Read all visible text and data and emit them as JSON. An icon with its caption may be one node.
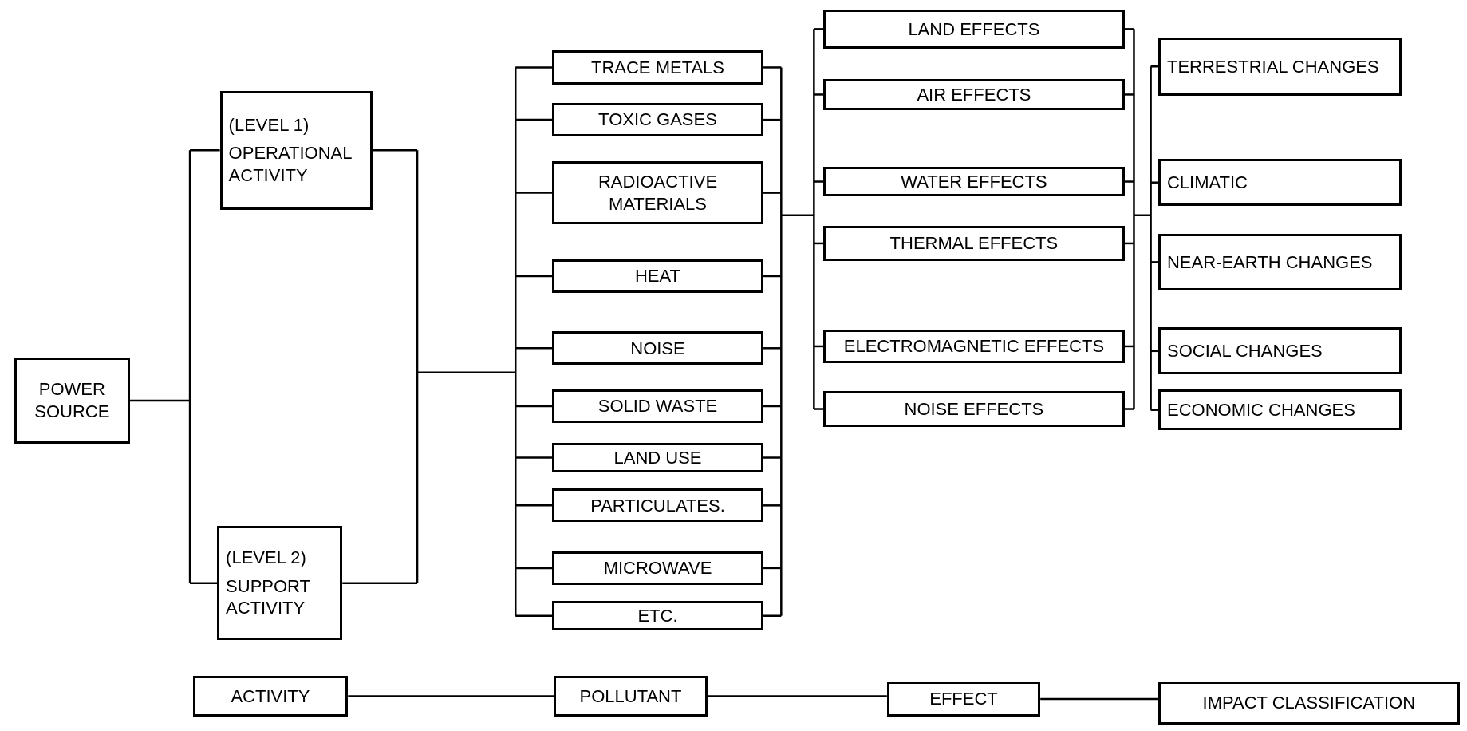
{
  "diagram": {
    "nodes": [
      {
        "text": [
          "POWER SOURCE"
        ]
      },
      {
        "text": [
          "(LEVEL 1)",
          "OPERATIONAL ACTIVITY"
        ]
      },
      {
        "text": [
          "(LEVEL 2)",
          "SUPPORT ACTIVITY"
        ]
      },
      {
        "text": [
          "TRACE METALS"
        ]
      },
      {
        "text": [
          "TOXIC GASES"
        ]
      },
      {
        "text": [
          "RADIOACTIVE MATERIALS"
        ]
      },
      {
        "text": [
          "HEAT"
        ]
      },
      {
        "text": [
          "NOISE"
        ]
      },
      {
        "text": [
          "SOLID WASTE"
        ]
      },
      {
        "text": [
          "LAND USE"
        ]
      },
      {
        "text": [
          "PARTICULATES."
        ]
      },
      {
        "text": [
          "MICROWAVE"
        ]
      },
      {
        "text": [
          "ETC."
        ]
      },
      {
        "text": [
          "LAND EFFECTS"
        ]
      },
      {
        "text": [
          "AIR EFFECTS"
        ]
      },
      {
        "text": [
          "WATER EFFECTS"
        ]
      },
      {
        "text": [
          "THERMAL EFFECTS"
        ]
      },
      {
        "text": [
          "ELECTROMAGNETIC EFFECTS"
        ]
      },
      {
        "text": [
          "NOISE EFFECTS"
        ]
      },
      {
        "text": [
          "TERRESTRIAL CHANGES"
        ]
      },
      {
        "text": [
          "CLIMATIC"
        ]
      },
      {
        "text": [
          "NEAR-EARTH CHANGES"
        ]
      },
      {
        "text": [
          "SOCIAL CHANGES"
        ]
      },
      {
        "text": [
          "ECONOMIC CHANGES"
        ]
      },
      {
        "text": [
          "ACTIVITY"
        ]
      },
      {
        "text": [
          "POLLUTANT"
        ]
      },
      {
        "text": [
          "EFFECT"
        ]
      },
      {
        "text": [
          "IMPACT CLASSIFICATION"
        ]
      }
    ],
    "edges": [
      {
        "from": 0,
        "to": 1,
        "arrow": "none"
      },
      {
        "from": 0,
        "to": 2,
        "arrow": "none"
      },
      {
        "from": 1,
        "to": 3,
        "arrow": "none"
      },
      {
        "from": 1,
        "to": 4,
        "arrow": "none"
      },
      {
        "from": 1,
        "to": 5,
        "arrow": "none"
      },
      {
        "from": 1,
        "to": 6,
        "arrow": "none"
      },
      {
        "from": 1,
        "to": 7,
        "arrow": "none"
      },
      {
        "from": 1,
        "to": 8,
        "arrow": "none"
      },
      {
        "from": 1,
        "to": 9,
        "arrow": "none"
      },
      {
        "from": 1,
        "to": 10,
        "arrow": "none"
      },
      {
        "from": 1,
        "to": 11,
        "arrow": "none"
      },
      {
        "from": 1,
        "to": 12,
        "arrow": "none"
      },
      {
        "from": 2,
        "to": 3,
        "arrow": "none"
      },
      {
        "from": 2,
        "to": 4,
        "arrow": "none"
      },
      {
        "from": 2,
        "to": 5,
        "arrow": "none"
      },
      {
        "from": 2,
        "to": 6,
        "arrow": "none"
      },
      {
        "from": 2,
        "to": 7,
        "arrow": "none"
      },
      {
        "from": 2,
        "to": 8,
        "arrow": "none"
      },
      {
        "from": 2,
        "to": 9,
        "arrow": "none"
      },
      {
        "from": 2,
        "to": 10,
        "arrow": "none"
      },
      {
        "from": 2,
        "to": 11,
        "arrow": "none"
      },
      {
        "from": 2,
        "to": 12,
        "arrow": "none"
      },
      {
        "from": 3,
        "to": 13,
        "arrow": "none"
      },
      {
        "from": 3,
        "to": 14,
        "arrow": "none"
      },
      {
        "from": 3,
        "to": 15,
        "arrow": "none"
      },
      {
        "from": 3,
        "to": 16,
        "arrow": "none"
      },
      {
        "from": 3,
        "to": 17,
        "arrow": "none"
      },
      {
        "from": 3,
        "to": 18,
        "arrow": "none"
      },
      {
        "from": 4,
        "to": 13,
        "arrow": "none"
      },
      {
        "from": 4,
        "to": 14,
        "arrow": "none"
      },
      {
        "from": 4,
        "to": 15,
        "arrow": "none"
      },
      {
        "from": 4,
        "to": 16,
        "arrow": "none"
      },
      {
        "from": 4,
        "to": 17,
        "arrow": "none"
      },
      {
        "from": 4,
        "to": 18,
        "arrow": "none"
      },
      {
        "from": 5,
        "to": 13,
        "arrow": "none"
      },
      {
        "from": 5,
        "to": 14,
        "arrow": "none"
      },
      {
        "from": 5,
        "to": 15,
        "arrow": "none"
      },
      {
        "from": 5,
        "to": 16,
        "arrow": "none"
      },
      {
        "from": 5,
        "to": 17,
        "arrow": "none"
      },
      {
        "from": 5,
        "to": 18,
        "arrow": "none"
      },
      {
        "from": 6,
        "to": 13,
        "arrow": "none"
      },
      {
        "from": 6,
        "to": 14,
        "arrow": "none"
      },
      {
        "from": 6,
        "to": 15,
        "arrow": "none"
      },
      {
        "from": 6,
        "to": 16,
        "arrow": "none"
      },
      {
        "from": 6,
        "to": 17,
        "arrow": "none"
      },
      {
        "from": 6,
        "to": 18,
        "arrow": "none"
      },
      {
        "from": 7,
        "to": 13,
        "arrow": "none"
      },
      {
        "from": 7,
        "to": 14,
        "arrow": "none"
      },
      {
        "from": 7,
        "to": 15,
        "arrow": "none"
      },
      {
        "from": 7,
        "to": 16,
        "arrow": "none"
      },
      {
        "from": 7,
        "to": 17,
        "arrow": "none"
      },
      {
        "from": 7,
        "to": 18,
        "arrow": "none"
      },
      {
        "from": 8,
        "to": 13,
        "arrow": "none"
      },
      {
        "from": 8,
        "to": 14,
        "arrow": "none"
      },
      {
        "from": 8,
        "to": 15,
        "arrow": "none"
      },
      {
        "from": 8,
        "to": 16,
        "arrow": "none"
      },
      {
        "from": 8,
        "to": 17,
        "arrow": "none"
      },
      {
        "from": 8,
        "to": 18,
        "arrow": "none"
      },
      {
        "from": 9,
        "to": 13,
        "arrow": "none"
      },
      {
        "from": 9,
        "to": 14,
        "arrow": "none"
      },
      {
        "from": 9,
        "to": 15,
        "arrow": "none"
      },
      {
        "from": 9,
        "to": 16,
        "arrow": "none"
      },
      {
        "from": 9,
        "to": 17,
        "arrow": "none"
      },
      {
        "from": 9,
        "to": 18,
        "arrow": "none"
      },
      {
        "from": 10,
        "to": 13,
        "arrow": "none"
      },
      {
        "from": 10,
        "to": 14,
        "arrow": "none"
      },
      {
        "from": 10,
        "to": 15,
        "arrow": "none"
      },
      {
        "from": 10,
        "to": 16,
        "arrow": "none"
      },
      {
        "from": 10,
        "to": 17,
        "arrow": "none"
      },
      {
        "from": 10,
        "to": 18,
        "arrow": "none"
      },
      {
        "from": 11,
        "to": 13,
        "arrow": "none"
      },
      {
        "from": 11,
        "to": 14,
        "arrow": "none"
      },
      {
        "from": 11,
        "to": 15,
        "arrow": "none"
      },
      {
        "from": 11,
        "to": 16,
        "arrow": "none"
      },
      {
        "from": 11,
        "to": 17,
        "arrow": "none"
      },
      {
        "from": 11,
        "to": 18,
        "arrow": "none"
      },
      {
        "from": 12,
        "to": 13,
        "arrow": "none"
      },
      {
        "from": 12,
        "to": 14,
        "arrow": "none"
      },
      {
        "from": 12,
        "to": 15,
        "arrow": "none"
      },
      {
        "from": 12,
        "to": 16,
        "arrow": "none"
      },
      {
        "from": 12,
        "to": 17,
        "arrow": "none"
      },
      {
        "from": 12,
        "to": 18,
        "arrow": "none"
      },
      {
        "from": 13,
        "to": 19,
        "arrow": "none"
      },
      {
        "from": 13,
        "to": 20,
        "arrow": "none"
      },
      {
        "from": 13,
        "to": 21,
        "arrow": "none"
      },
      {
        "from": 13,
        "to": 22,
        "arrow": "none"
      },
      {
        "from": 13,
        "to": 23,
        "arrow": "none"
      },
      {
        "from": 14,
        "to": 19,
        "arrow": "none"
      },
      {
        "from": 14,
        "to": 20,
        "arrow": "none"
      },
      {
        "from": 14,
        "to": 21,
        "arrow": "none"
      },
      {
        "from": 14,
        "to": 22,
        "arrow": "none"
      },
      {
        "from": 14,
        "to": 23,
        "arrow": "none"
      },
      {
        "from": 15,
        "to": 19,
        "arrow": "none"
      },
      {
        "from": 15,
        "to": 20,
        "arrow": "none"
      },
      {
        "from": 15,
        "to": 21,
        "arrow": "none"
      },
      {
        "from": 15,
        "to": 22,
        "arrow": "none"
      },
      {
        "from": 15,
        "to": 23,
        "arrow": "none"
      },
      {
        "from": 16,
        "to": 19,
        "arrow": "none"
      },
      {
        "from": 16,
        "to": 20,
        "arrow": "none"
      },
      {
        "from": 16,
        "to": 21,
        "arrow": "none"
      },
      {
        "from": 16,
        "to": 22,
        "arrow": "none"
      },
      {
        "from": 16,
        "to": 23,
        "arrow": "none"
      },
      {
        "from": 17,
        "to": 19,
        "arrow": "none"
      },
      {
        "from": 17,
        "to": 20,
        "arrow": "none"
      },
      {
        "from": 17,
        "to": 21,
        "arrow": "none"
      },
      {
        "from": 17,
        "to": 22,
        "arrow": "none"
      },
      {
        "from": 17,
        "to": 23,
        "arrow": "none"
      },
      {
        "from": 18,
        "to": 19,
        "arrow": "none"
      },
      {
        "from": 18,
        "to": 20,
        "arrow": "none"
      },
      {
        "from": 18,
        "to": 21,
        "arrow": "none"
      },
      {
        "from": 18,
        "to": 22,
        "arrow": "none"
      },
      {
        "from": 18,
        "to": 23,
        "arrow": "none"
      },
      {
        "from": 24,
        "to": 25,
        "arrow": "none"
      },
      {
        "from": 25,
        "to": 26,
        "arrow": "none"
      },
      {
        "from": 26,
        "to": 27,
        "arrow": "none"
      }
    ]
  }
}
